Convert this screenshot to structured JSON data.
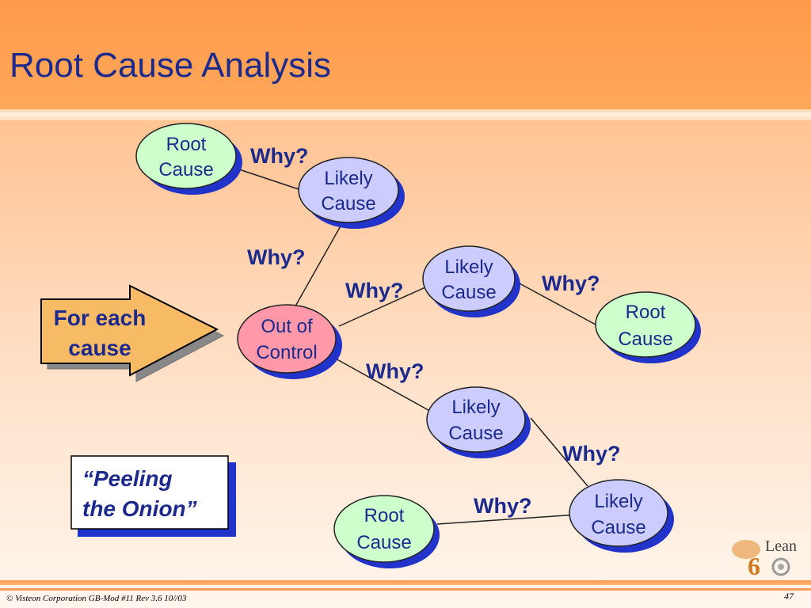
{
  "title": "Root Cause Analysis",
  "arrow_label": [
    "For each",
    "cause"
  ],
  "quote": [
    "“Peeling",
    "the Onion”"
  ],
  "nodes": {
    "center": [
      "Out of",
      "Control"
    ],
    "likely_1": [
      "Likely",
      "Cause"
    ],
    "likely_2": [
      "Likely",
      "Cause"
    ],
    "likely_3": [
      "Likely",
      "Cause"
    ],
    "likely_4": [
      "Likely",
      "Cause"
    ],
    "root_1": [
      "Root",
      "Cause"
    ],
    "root_2": [
      "Root",
      "Cause"
    ],
    "root_3": [
      "Root",
      "Cause"
    ]
  },
  "why_labels": [
    "Why?",
    "Why?",
    "Why?",
    "Why?",
    "Why?",
    "Why?",
    "Why?"
  ],
  "footer": "© Visteon Corporation  GB-Mod #11 Rev 3.6  10//03",
  "page_number": "47",
  "logo_text": "Lean",
  "logo_number": "6",
  "colors": {
    "title": "#1b2a8c",
    "why": "#1b2a8c",
    "root_fill": "#ccffcc",
    "likely_fill": "#ccccff",
    "center_fill": "#ff99aa",
    "shadow": "#2233cc",
    "arrow_fill": "#f7bb66"
  }
}
